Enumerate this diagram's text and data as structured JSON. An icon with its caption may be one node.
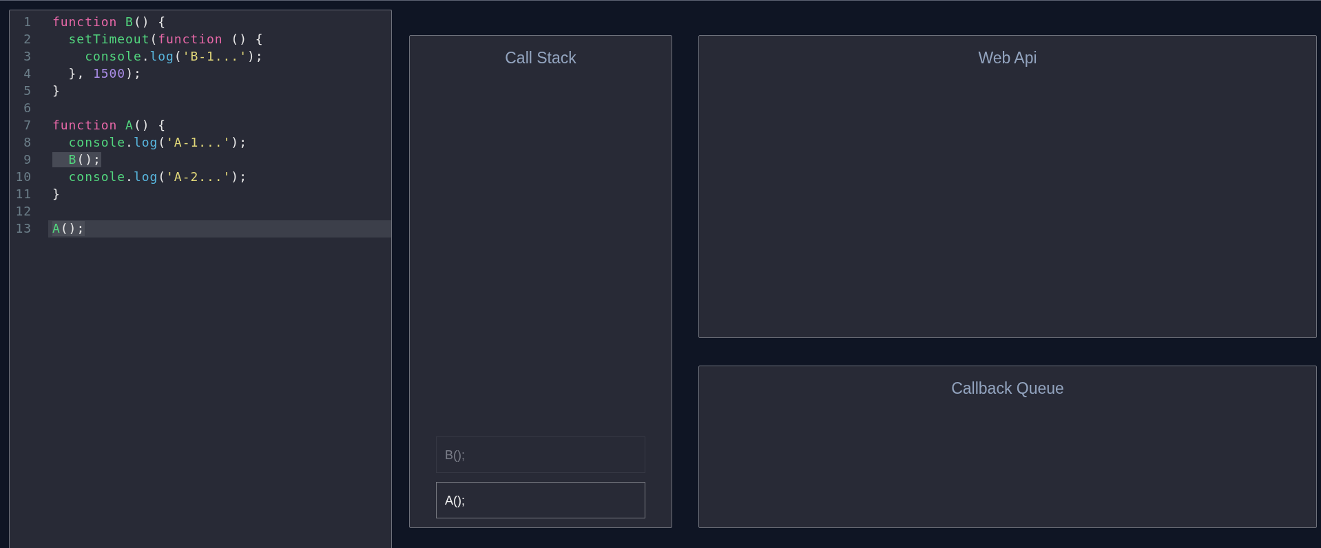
{
  "diagram": {
    "nodes": [
      {
        "text": [
          "function B() {",
          "  setTimeout(function () {",
          "    console.log('B-1...');",
          "  }, 1500);",
          "}",
          "function A() {",
          "  console.log('A-1...');",
          "  B();",
          "  console.log('A-2...');",
          "}",
          "A();"
        ]
      },
      {
        "text": [
          "Call Stack"
        ]
      },
      {
        "text": [
          "B();"
        ],
        "in": 1
      },
      {
        "text": [
          "A();"
        ],
        "in": 1
      },
      {
        "text": [
          "Web Api"
        ]
      },
      {
        "text": [
          "Callback Queue"
        ]
      }
    ],
    "labels": [
      "1",
      "2",
      "3",
      "4",
      "5",
      "6",
      "7",
      "8",
      "9",
      "10",
      "11",
      "12",
      "13"
    ]
  }
}
